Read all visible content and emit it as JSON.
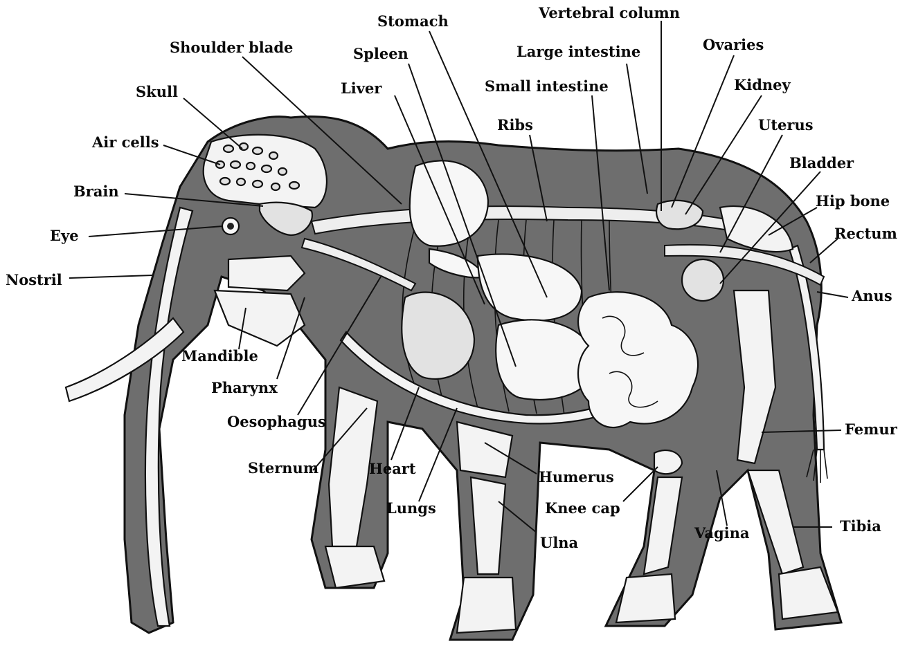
{
  "labels": {
    "stomach": "Stomach",
    "vertebral_column": "Vertebral column",
    "shoulder_blade": "Shoulder blade",
    "spleen": "Spleen",
    "large_intestine": "Large intestine",
    "ovaries": "Ovaries",
    "skull": "Skull",
    "liver": "Liver",
    "small_intestine": "Small intestine",
    "kidney": "Kidney",
    "ribs": "Ribs",
    "uterus": "Uterus",
    "air_cells": "Air cells",
    "bladder": "Bladder",
    "brain": "Brain",
    "hip_bone": "Hip bone",
    "eye": "Eye",
    "rectum": "Rectum",
    "nostril": "Nostril",
    "anus": "Anus",
    "mandible": "Mandible",
    "pharynx": "Pharynx",
    "oesophagus": "Oesophagus",
    "femur": "Femur",
    "sternum": "Sternum",
    "heart": "Heart",
    "humerus": "Humerus",
    "lungs": "Lungs",
    "knee_cap": "Knee cap",
    "ulna": "Ulna",
    "vagina": "Vagina",
    "tibia": "Tibia"
  },
  "colors": {
    "body_shade": "#6e6e6e",
    "bone": "#f3f3f3",
    "line": "#111111"
  }
}
